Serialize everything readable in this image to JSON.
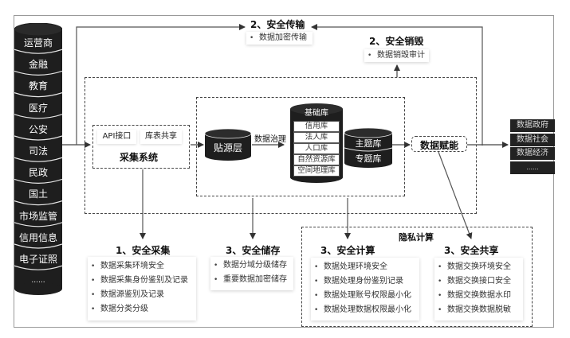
{
  "sources": {
    "items": [
      "运营商",
      "金融",
      "教育",
      "医疗",
      "公安",
      "司法",
      "民政",
      "国土",
      "市场监管",
      "信用信息",
      "电子证照",
      "......"
    ]
  },
  "collection_system": {
    "title": "采集系统",
    "chips": [
      "API接口",
      "库表共享"
    ]
  },
  "paste_layer": {
    "label": "贴源层"
  },
  "governance_label": "数据治理",
  "base_db": {
    "title": "基础库",
    "items": [
      "信用库",
      "法人库",
      "人口库",
      "自然资源库",
      "空间地理库"
    ]
  },
  "theme_db": {
    "top": "主题库",
    "bottom": "专题库"
  },
  "empowerment": {
    "label": "数据赋能"
  },
  "outputs": {
    "items": [
      "数据政府",
      "数据社会",
      "数据经济",
      "......"
    ]
  },
  "security": {
    "transmission": {
      "title": "2、安全传输",
      "items": [
        "数据加密传输"
      ]
    },
    "destruction": {
      "title": "2、安全销毁",
      "items": [
        "数据销毁审计"
      ]
    },
    "collection": {
      "title": "1、安全采集",
      "items": [
        "数据采集环境安全",
        "数据采集身份鉴别及记录",
        "数据源鉴别及记录",
        "数据分类分级"
      ]
    },
    "storage": {
      "title": "3、安全储存",
      "items": [
        "数据分域分级储存",
        "重要数据加密储存"
      ]
    },
    "privacy_group": {
      "title": "隐私计算"
    },
    "computation": {
      "title": "3、安全计算",
      "items": [
        "数据处理环境安全",
        "数据处理身份鉴别记录",
        "数据处理账号权限最小化",
        "数据处理数据权限最小化"
      ]
    },
    "sharing": {
      "title": "3、安全共享",
      "items": [
        "数据交换环境安全",
        "数据交换接口安全",
        "数据交换数据水印",
        "数据交换数据脱敏"
      ]
    }
  }
}
